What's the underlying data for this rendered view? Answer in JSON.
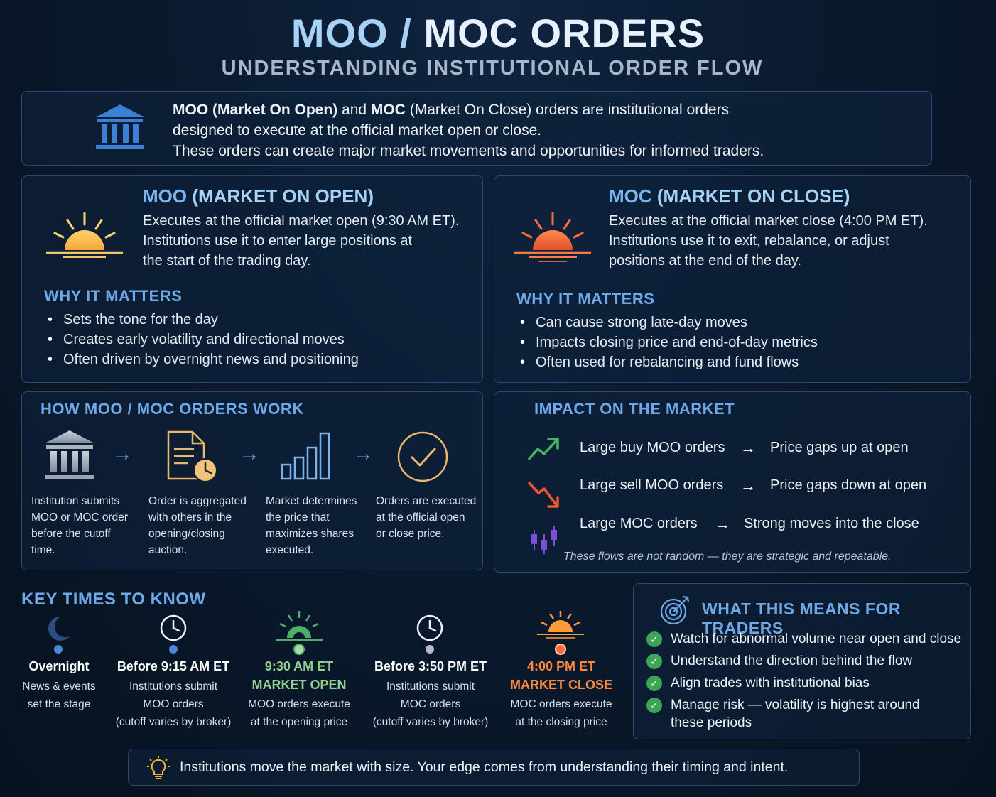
{
  "header": {
    "title_part1": "MOO /",
    "title_part2": "MOC ORDERS",
    "subtitle": "UNDERSTANDING INSTITUTIONAL ORDER FLOW"
  },
  "intro": {
    "icon": "bank-icon",
    "line1_b1": "MOO (Market On Open)",
    "line1_mid": " and ",
    "line1_b2": "MOC",
    "line1_end": " (Market On Close) orders are institutional orders",
    "line2": "designed to execute at the official market open or close.",
    "line3": "These orders can create major market movements and opportunities for informed traders."
  },
  "moo": {
    "title_a": "MOO",
    "title_b": " (MARKET ON OPEN)",
    "icon": "sunrise-icon",
    "desc": [
      "Executes at the official market open (9:30 AM ET).",
      "Institutions use it to enter large positions at",
      "the start of the trading day."
    ],
    "why_title": "WHY IT MATTERS",
    "bullets": [
      "Sets the tone for the day",
      "Creates early volatility and directional moves",
      "Often driven by overnight news and positioning"
    ]
  },
  "moc": {
    "title_a": "MOC",
    "title_b": " (MARKET ON CLOSE)",
    "icon": "sunset-icon",
    "desc": [
      "Executes at the official market close (4:00 PM ET).",
      "Institutions use it to exit, rebalance, or adjust",
      "positions at the end of the day."
    ],
    "why_title": "WHY IT MATTERS",
    "bullets": [
      "Can cause strong late-day moves",
      "Impacts closing price and end-of-day metrics",
      "Often used for rebalancing and fund flows"
    ]
  },
  "how": {
    "title": "HOW MOO / MOC ORDERS WORK",
    "steps": [
      {
        "icon": "bank-icon",
        "lines": [
          "Institution submits",
          "MOO or MOC order",
          "before the cutoff",
          "time."
        ]
      },
      {
        "icon": "document-clock-icon",
        "lines": [
          "Order is aggregated",
          "with others in the",
          "opening/closing",
          "auction."
        ]
      },
      {
        "icon": "bar-chart-icon",
        "lines": [
          "Market determines",
          "the price that",
          "maximizes shares",
          "executed."
        ]
      },
      {
        "icon": "check-circle-icon",
        "lines": [
          "Orders are executed",
          "at the official open",
          "or close price."
        ]
      }
    ]
  },
  "impact": {
    "title": "IMPACT ON THE MARKET",
    "rows": [
      {
        "icon": "trend-up-icon",
        "left": "Large buy MOO orders",
        "right": "Price gaps up at open"
      },
      {
        "icon": "trend-down-icon",
        "left": "Large sell MOO orders",
        "right": "Price gaps down at open"
      },
      {
        "icon": "candlestick-icon",
        "left": "Large MOC orders",
        "right": "Strong moves into the close"
      }
    ],
    "arrow": "→",
    "note": "These flows are not random — they are strategic and repeatable."
  },
  "key_times": {
    "title": "KEY TIMES TO KNOW",
    "items": [
      {
        "icon": "moon-icon",
        "label": "Overnight",
        "sub": "",
        "desc": [
          "News & events",
          "set the stage"
        ]
      },
      {
        "icon": "clock-icon",
        "label": "Before 9:15 AM ET",
        "sub": "",
        "desc": [
          "Institutions submit",
          "MOO orders",
          "(cutoff varies by broker)"
        ]
      },
      {
        "icon": "sunrise-icon",
        "label": "9:30 AM ET",
        "sub": "MARKET OPEN",
        "desc": [
          "MOO orders execute",
          "at the opening price"
        ]
      },
      {
        "icon": "clock-icon",
        "label": "Before 3:50 PM ET",
        "sub": "",
        "desc": [
          "Institutions submit",
          "MOC orders",
          "(cutoff varies by broker)"
        ]
      },
      {
        "icon": "sunset-icon",
        "label": "4:00 PM ET",
        "sub": "MARKET CLOSE",
        "desc": [
          "MOC orders execute",
          "at the closing price"
        ]
      }
    ]
  },
  "traders": {
    "icon": "target-icon",
    "title": "WHAT THIS MEANS FOR TRADERS",
    "items": [
      [
        "Watch for abnormal volume near open and close"
      ],
      [
        "Understand the direction behind the flow"
      ],
      [
        "Align trades with institutional bias"
      ],
      [
        "Manage risk — volatility is highest around",
        "these periods"
      ]
    ]
  },
  "footer": {
    "icon": "lightbulb-icon",
    "text": "Institutions move the market with size. Your edge comes from understanding their timing and intent."
  },
  "colors": {
    "accent_blue": "#6fa8e6",
    "title_light": "#a8d2f5",
    "green": "#8fd18f",
    "orange": "#ff8a3d",
    "check_green": "#3aa654"
  }
}
